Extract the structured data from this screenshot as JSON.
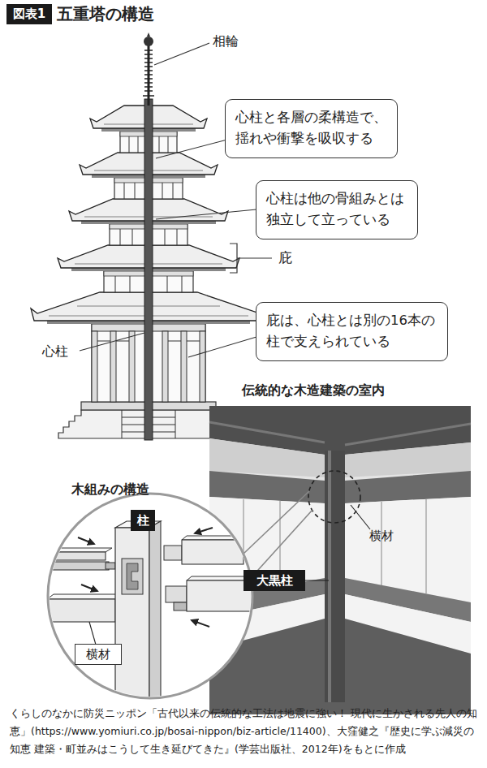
{
  "diagram": {
    "title": "五重塔の構造",
    "caption": "くらしのなかに防災ニッポン「古代以来の伝統的な工法は地震に強い！ 現代に生かされる先人の知恵」(https://www.yomiuri.co.jp/bosai-nippon/biz-article/11400)、大窪健之『歴史に学ぶ減災の知恵 建築・町並みはこうして生き延びてきた』(学芸出版社、2012年)をもとに作成",
    "nodes": [
      {
        "text": [
          "図表1"
        ]
      },
      {
        "text": [
          "心柱と各層の柔構造で、 揺れや衝撃を吸収する"
        ]
      },
      {
        "text": [
          "心柱は他の骨組みとは 独立して立っている"
        ]
      },
      {
        "text": [
          "庇は、心柱とは別の16本の 柱で支えられている"
        ]
      },
      {
        "text": [
          "柱"
        ]
      },
      {
        "text": [
          "大黒柱"
        ]
      },
      {
        "text": [
          "横材"
        ]
      }
    ],
    "labels": [
      "相輪",
      "庇",
      "心柱",
      "伝統的な木造建築の室内",
      "木組みの構造",
      "横材"
    ]
  }
}
